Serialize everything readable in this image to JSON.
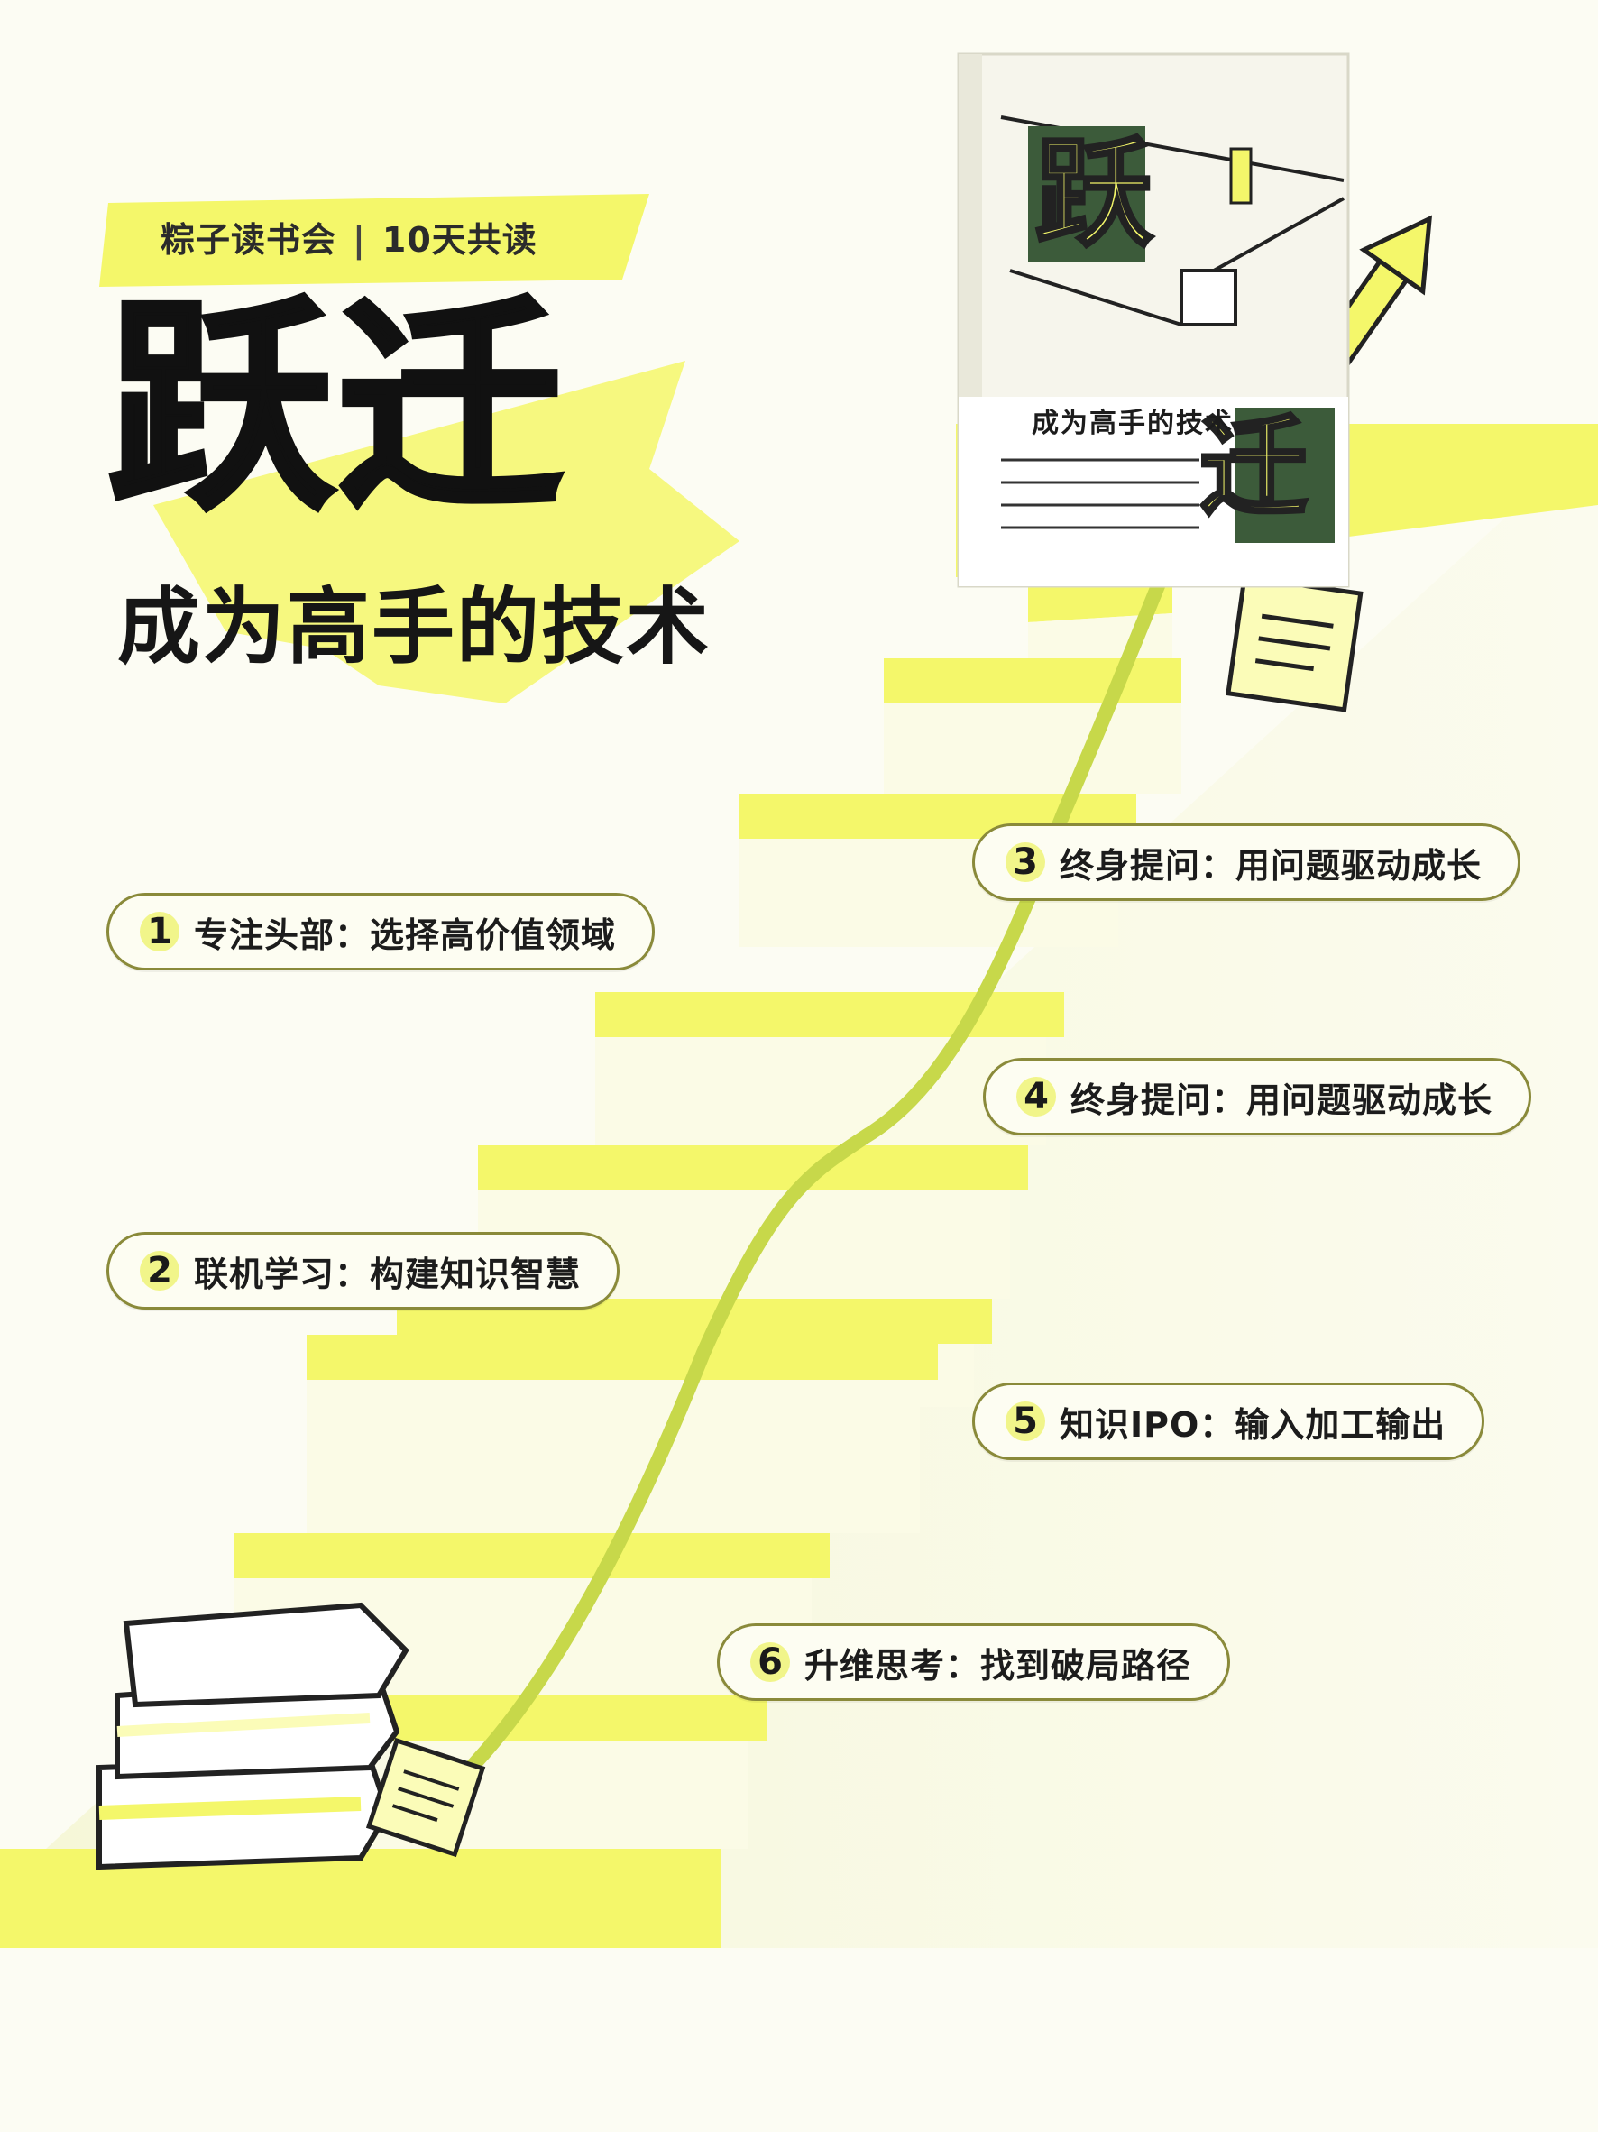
{
  "banner": {
    "club": "粽子读书会",
    "separator": "|",
    "duration": "10天共读"
  },
  "title": {
    "main": "跃迁",
    "subtitle": "成为高手的技术"
  },
  "book_cover": {
    "title_glyph_top": "跃",
    "title_glyph_bottom": "迁",
    "subtitle": "成为高手的技术"
  },
  "steps": [
    {
      "number": "1",
      "label": "专注头部：选择高价值领域"
    },
    {
      "number": "2",
      "label": "联机学习：构建知识智慧"
    },
    {
      "number": "3",
      "label": "终身提问：用问题驱动成长"
    },
    {
      "number": "4",
      "label": "终身提问：用问题驱动成长"
    },
    {
      "number": "5",
      "label": "知识IPO：输入加工输出"
    },
    {
      "number": "6",
      "label": "升维思考：找到破局路径"
    }
  ],
  "colors": {
    "accent_yellow": "#f4f76a",
    "pale_yellow": "#fbfcb8",
    "background": "#fcfcf3",
    "ink": "#111111"
  }
}
